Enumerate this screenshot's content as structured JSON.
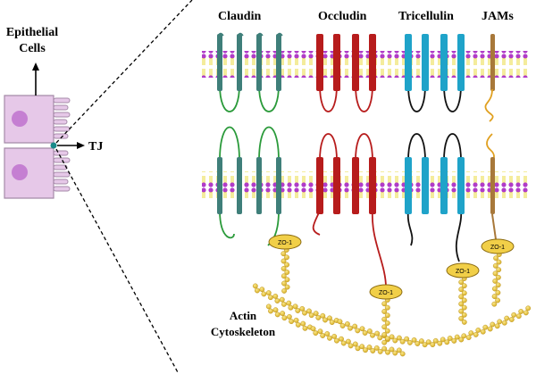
{
  "labels": {
    "cells_line1": "Epithelial",
    "cells_line2": "Cells",
    "tj": "TJ",
    "cytoskeleton_line1": "Actin",
    "cytoskeleton_line2": "Cytoskeleton",
    "zo1": "ZO-1"
  },
  "proteins": [
    {
      "name": "Claudin",
      "color": "#3f7f7a",
      "loop_color": "#2a9a3a"
    },
    {
      "name": "Occludin",
      "color": "#b71c1c",
      "loop_color": "#b71c1c"
    },
    {
      "name": "Tricellulin",
      "color": "#1fa3c9",
      "loop_color": "#111111"
    },
    {
      "name": "JAMs",
      "color": "#a8783a",
      "loop_color": "#e0a020"
    }
  ],
  "colors": {
    "membrane_head": "#b03cc8",
    "membrane_tail": "#f1e64a",
    "cell_body": "#e6c8e8",
    "cell_outline": "#a58aa8",
    "nucleus": "#c57fd2",
    "tj_dot": "#1a8a8a",
    "actin": "#e2bd3a",
    "zo1_fill": "#f1cf48"
  }
}
